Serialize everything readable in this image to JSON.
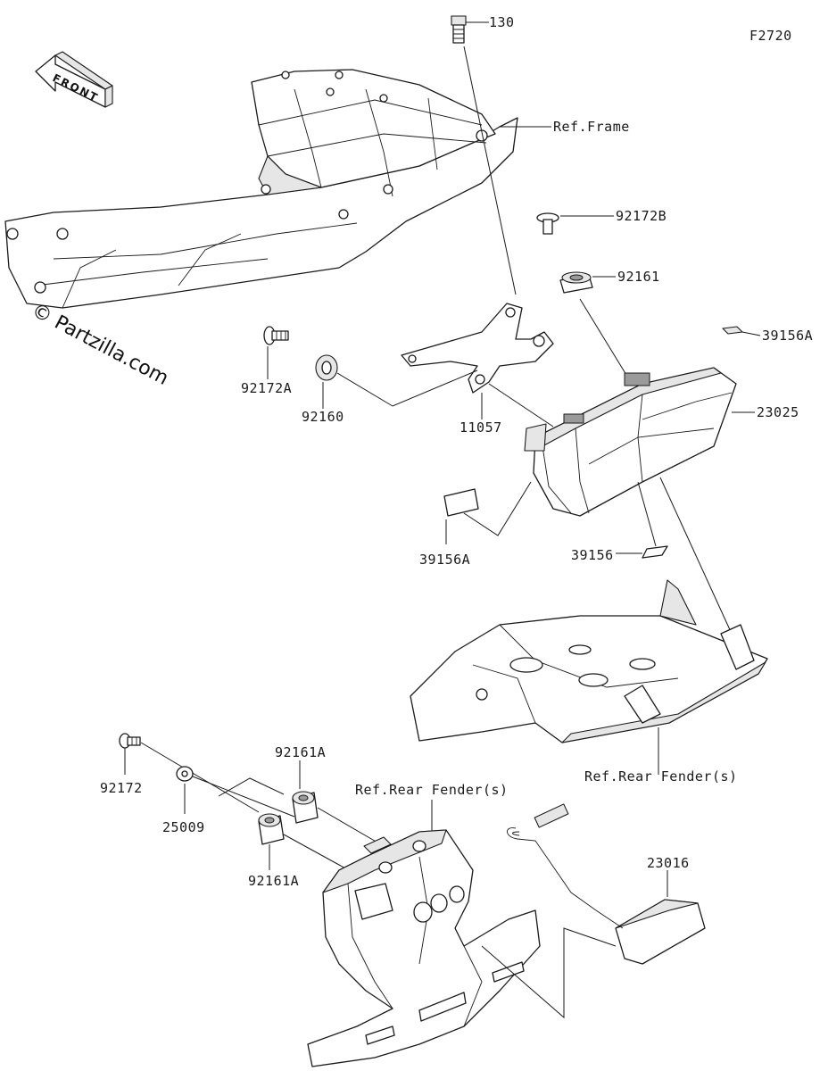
{
  "figure_code": "F2720",
  "front_label": "FRONT",
  "watermark": "© Partzilla.com",
  "labels": {
    "p130": "130",
    "ref_frame": "Ref.Frame",
    "p92172B": "92172B",
    "p92161": "92161",
    "p39156A_top": "39156A",
    "p23025": "23025",
    "p92172A": "92172A",
    "p92160": "92160",
    "p11057": "11057",
    "p39156A_bottom": "39156A",
    "p39156": "39156",
    "ref_rear_fender_right": "Ref.Rear Fender(s)",
    "p92161A_top": "92161A",
    "ref_rear_fender_center": "Ref.Rear Fender(s)",
    "p92172": "92172",
    "p25009": "25009",
    "p92161A_bottom": "92161A",
    "p23016": "23016"
  }
}
